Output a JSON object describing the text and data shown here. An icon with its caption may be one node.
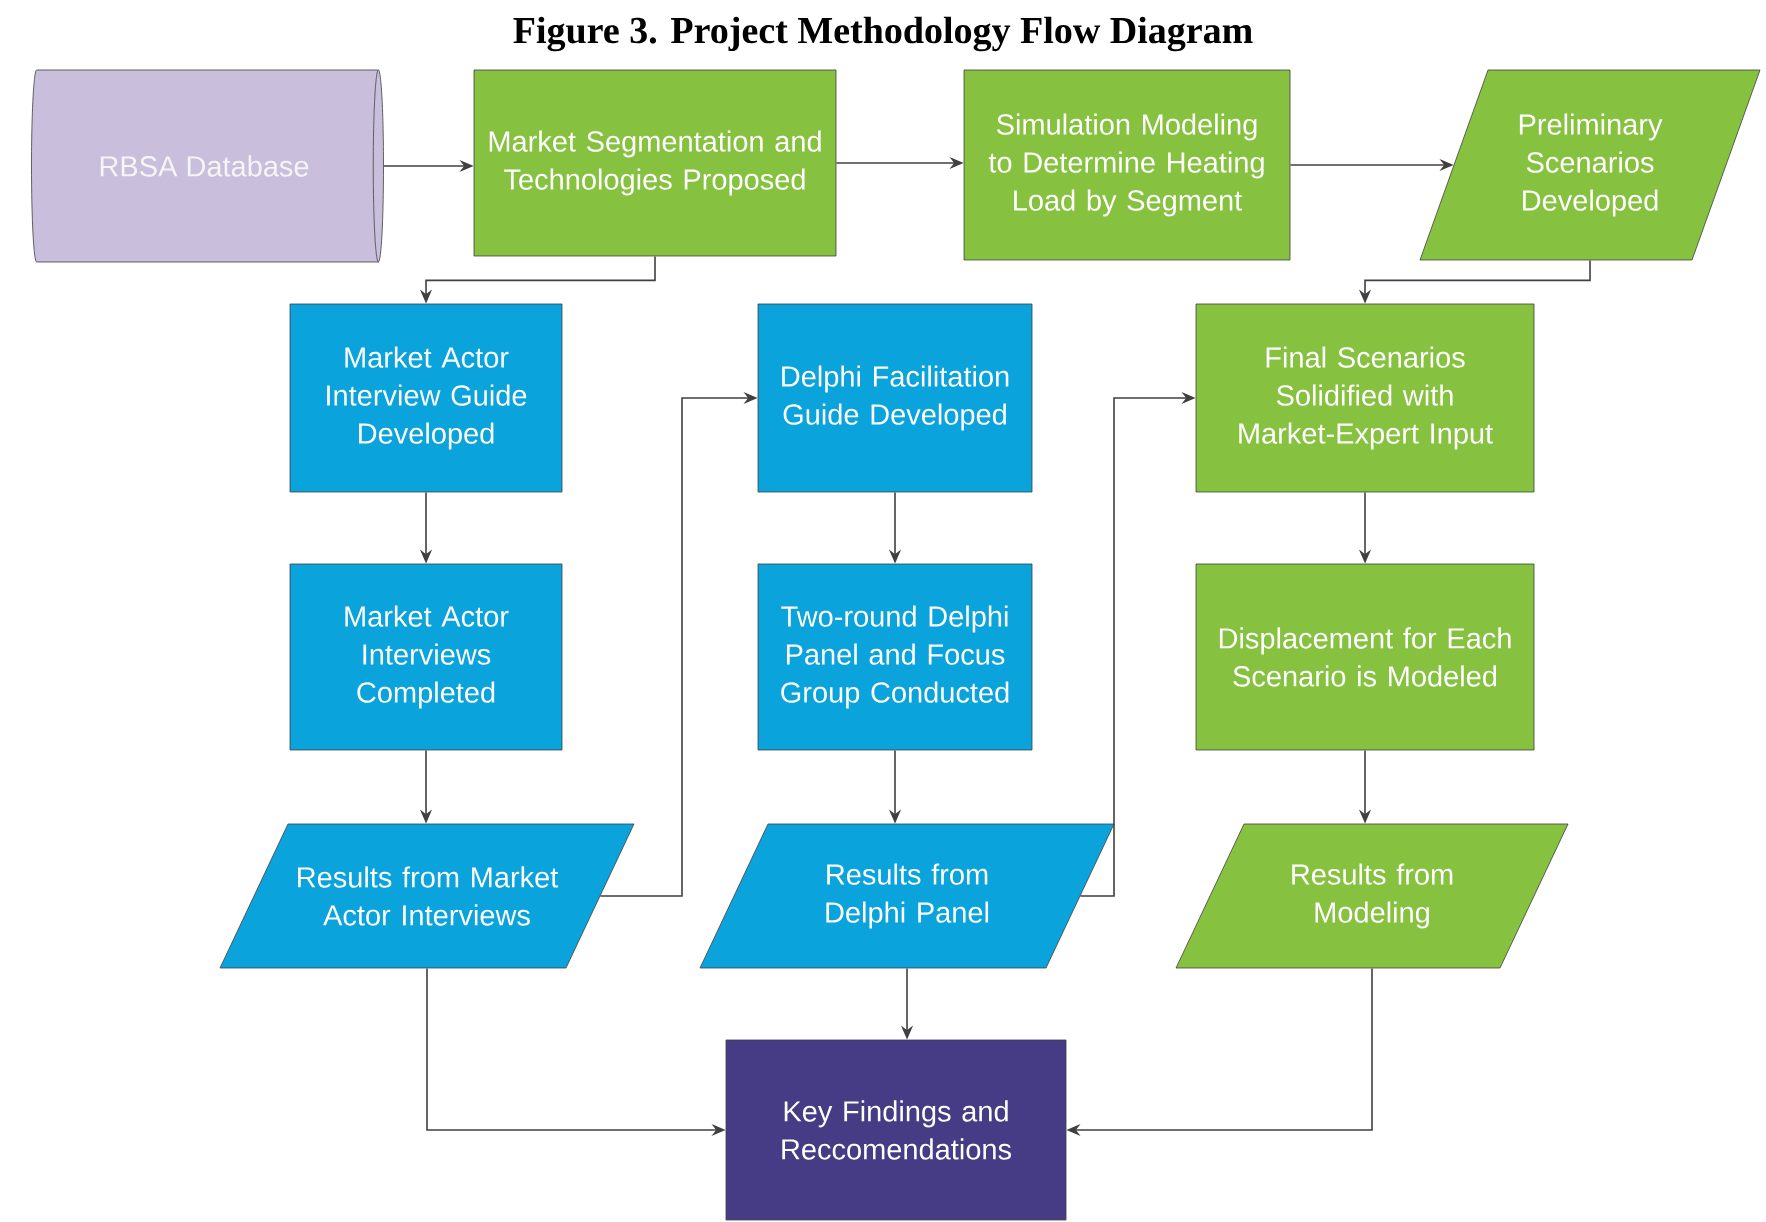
{
  "diagram": {
    "title": "Figure 3. Project Methodology Flow Diagram",
    "nodes": [
      {
        "text": [
          "RBSA Database"
        ]
      },
      {
        "text": [
          "Market Segmentation and Technologies Proposed"
        ]
      },
      {
        "text": [
          "Simulation Modeling to Determine Heating Load by Segment"
        ]
      },
      {
        "text": [
          "Preliminary Scenarios Developed"
        ]
      },
      {
        "text": [
          "Market Actor Interview Guide Developed"
        ]
      },
      {
        "text": [
          "Delphi Facilitation Guide Developed"
        ]
      },
      {
        "text": [
          "Final Scenarios Solidified with Market-Expert Input"
        ]
      },
      {
        "text": [
          "Market Actor Interviews Completed"
        ]
      },
      {
        "text": [
          "Two-round Delphi Panel and Focus Group Conducted"
        ]
      },
      {
        "text": [
          "Displacement for Each Scenario is Modeled"
        ]
      },
      {
        "text": [
          "Results from Market Actor Interviews"
        ]
      },
      {
        "text": [
          "Results from Delphi Panel"
        ]
      },
      {
        "text": [
          "Results from Modeling"
        ]
      },
      {
        "text": [
          "Key Findings and Reccomendations"
        ]
      }
    ],
    "edges": [
      {
        "from": 0,
        "to": 1,
        "arrow": "to"
      },
      {
        "from": 1,
        "to": 2,
        "arrow": "to"
      },
      {
        "from": 2,
        "to": 3,
        "arrow": "to"
      },
      {
        "from": 1,
        "to": 4,
        "arrow": "to"
      },
      {
        "from": 3,
        "to": 6,
        "arrow": "to"
      },
      {
        "from": 4,
        "to": 7,
        "arrow": "to"
      },
      {
        "from": 7,
        "to": 10,
        "arrow": "to"
      },
      {
        "from": 10,
        "to": 5,
        "arrow": "to"
      },
      {
        "from": 5,
        "to": 8,
        "arrow": "to"
      },
      {
        "from": 8,
        "to": 11,
        "arrow": "to"
      },
      {
        "from": 11,
        "to": 6,
        "arrow": "to"
      },
      {
        "from": 6,
        "to": 9,
        "arrow": "to"
      },
      {
        "from": 9,
        "to": 12,
        "arrow": "to"
      },
      {
        "from": 10,
        "to": 13,
        "arrow": "to"
      },
      {
        "from": 11,
        "to": 13,
        "arrow": "to"
      },
      {
        "from": 12,
        "to": 13,
        "arrow": "to"
      }
    ]
  }
}
